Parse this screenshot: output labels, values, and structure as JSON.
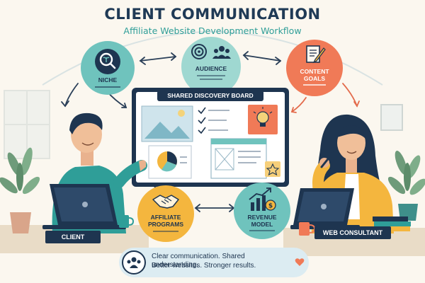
{
  "header": {
    "title": "CLIENT COMMUNICATION",
    "subtitle": "Affiliate Website Development Workflow"
  },
  "nodes": {
    "niche": "NICHE",
    "audience": "AUDIENCE",
    "content_goals": [
      "CONTENT",
      "GOALS"
    ],
    "affiliate_programs": [
      "AFFILIATE",
      "PROGRAMS"
    ],
    "revenue_model": [
      "REVENUE",
      "MODEL"
    ]
  },
  "board": {
    "title": "SHARED DISCOVERY BOARD"
  },
  "people": {
    "client": "CLIENT",
    "consultant": "WEB CONSULTANT"
  },
  "footer": {
    "line1": "Clear communication. Shared understanding.",
    "line2": "Better websites. Stronger results."
  },
  "colors": {
    "navy": "#1e3550",
    "teal": "#6fc3bd",
    "coral": "#f07a57",
    "gold": "#f4b63e",
    "footer_bg": "#dcecf2"
  },
  "icons": [
    "magnifier-icon",
    "target-icon",
    "people-icon",
    "document-pencil-icon",
    "handshake-icon",
    "growth-chart-icon",
    "team-icon",
    "heart-icon",
    "star-icon",
    "lightbulb-icon"
  ]
}
